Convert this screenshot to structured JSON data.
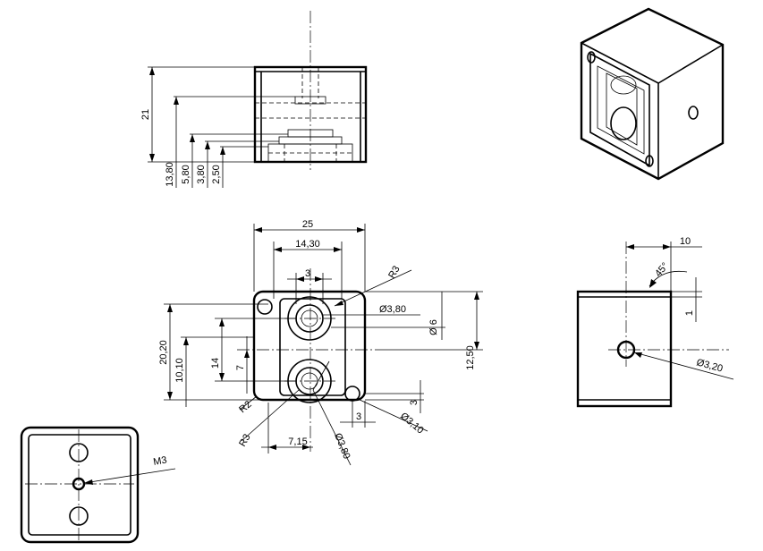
{
  "top_view": {
    "dim_21": "21",
    "dim_13_80": "13,80",
    "dim_5_80": "5,80",
    "dim_3_80": "3,80",
    "dim_2_50": "2,50"
  },
  "front_view": {
    "dim_25": "25",
    "dim_14_30": "14,30",
    "dim_3_top": "3",
    "dim_r3_top": "R3",
    "dim_dia_3_80_top": "Ø3,80",
    "dim_dia_6": "Ø 6",
    "dim_20_20": "20,20",
    "dim_10_10": "10,10",
    "dim_14": "14",
    "dim_7": "7",
    "dim_12_50": "12,50",
    "dim_r2": "R2",
    "dim_r3_bottom": "R3",
    "dim_7_15": "7,15",
    "dim_dia_3_80_bottom": "Ø3,80",
    "dim_3_right": "3",
    "dim_3_bottom": "3",
    "dim_dia_3_10": "Ø3,10"
  },
  "side_view": {
    "dim_10": "10",
    "dim_45": "45°",
    "dim_1": "1",
    "dim_dia_3_20": "Ø3,20"
  },
  "bottom_view": {
    "dim_m3": "M3"
  }
}
